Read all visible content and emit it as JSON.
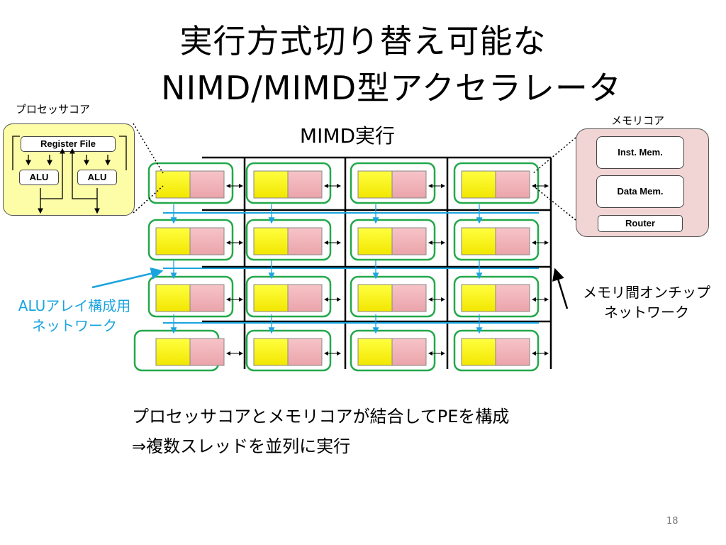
{
  "slide": {
    "title_line1": "実行方式切り替え可能な",
    "title_line2": "NIMD/MIMD型アクセラレータ",
    "subtitle": "MIMD実行",
    "page_number": "18"
  },
  "processor_core": {
    "label": "プロセッサコア",
    "register_file": "Register File",
    "alu_left": "ALU",
    "alu_right": "ALU",
    "fill_color": "#fdfca7"
  },
  "memory_core": {
    "label": "メモリコア",
    "inst_mem": "Inst. Mem.",
    "data_mem": "Data Mem.",
    "router": "Router",
    "fill_color": "#f1d4d4"
  },
  "labels": {
    "alu_network_line1": "ALUアレイ構成用",
    "alu_network_line2": "ネットワーク",
    "mem_network_line1": "メモリ間オンチップ",
    "mem_network_line2": "ネットワーク"
  },
  "bottom_text": {
    "line1": "プロセッサコアとメモリコアが結合してPEを構成",
    "line2": "⇒複数スレッドを並列に実行"
  },
  "colors": {
    "pe_border": "#22a84a",
    "alu_network": "#1aa4df",
    "proc_square": "#ffff00",
    "mem_square": "#f2b3b8"
  }
}
